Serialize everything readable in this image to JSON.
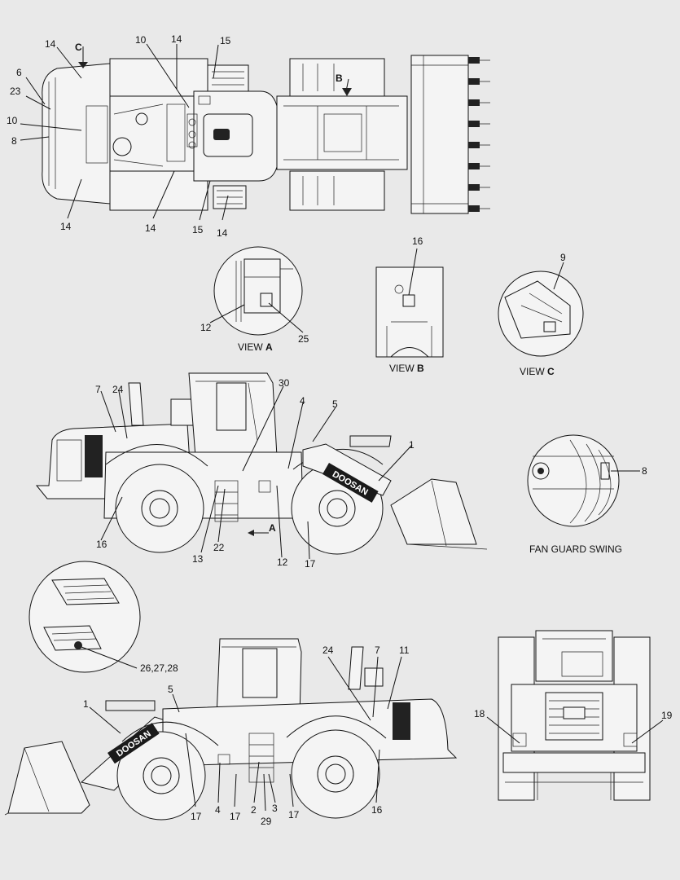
{
  "views": {
    "a": {
      "prefix": "VIEW",
      "letter": "A"
    },
    "b": {
      "prefix": "VIEW",
      "letter": "B"
    },
    "c": {
      "prefix": "VIEW",
      "letter": "C"
    },
    "fan": "FAN GUARD SWING"
  },
  "arrows": {
    "a": "A",
    "b": "B",
    "c": "C"
  },
  "logo": "DOOSAN",
  "callouts": {
    "top_14a": "14",
    "top_c": "C",
    "top_10a": "10",
    "top_14b": "14",
    "top_15a": "15",
    "top_6": "6",
    "top_23": "23",
    "top_10b": "10",
    "top_8": "8",
    "top_14c": "14",
    "top_14d": "14",
    "top_15b": "15",
    "top_14e": "14",
    "va_12": "12",
    "va_25": "25",
    "vb_16": "16",
    "vc_9": "9",
    "left_7": "7",
    "left_24": "24",
    "left_30": "30",
    "left_4": "4",
    "left_5": "5",
    "left_1": "1",
    "left_16": "16",
    "left_13": "13",
    "left_22": "22",
    "left_12": "12",
    "left_17": "17",
    "fan_8": "8",
    "step_26": "26,27,28",
    "right_5": "5",
    "right_1": "1",
    "right_24": "24",
    "right_7": "7",
    "right_11": "11",
    "right_17a": "17",
    "right_4": "4",
    "right_17b": "17",
    "right_2": "2",
    "right_29": "29",
    "right_3": "3",
    "right_17c": "17",
    "right_16": "16",
    "rear_18": "18",
    "rear_19": "19"
  }
}
